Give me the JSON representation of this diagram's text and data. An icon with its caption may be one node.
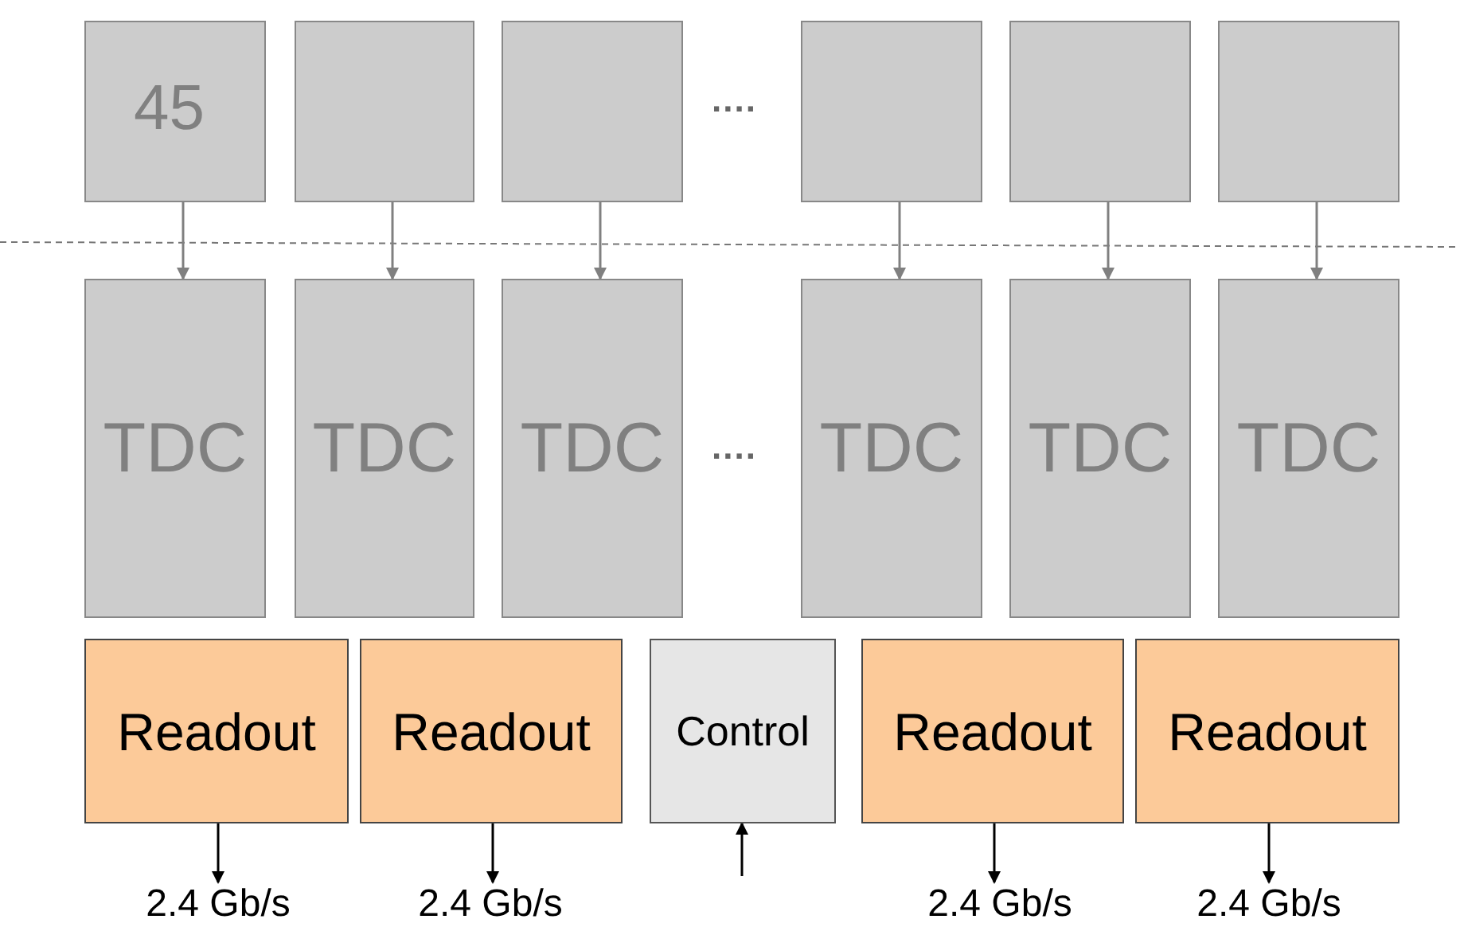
{
  "diagram": {
    "nodes": [
      {
        "text": [
          "45"
        ]
      },
      {
        "text": [],
        "shape": "box"
      },
      {
        "text": [],
        "shape": "box"
      },
      {
        "text": [],
        "shape": "box"
      },
      {
        "text": [],
        "shape": "box"
      },
      {
        "text": [],
        "shape": "box"
      },
      {
        "text": [
          "TDC"
        ]
      },
      {
        "text": [
          "TDC"
        ]
      },
      {
        "text": [
          "TDC"
        ]
      },
      {
        "text": [
          "TDC"
        ]
      },
      {
        "text": [
          "TDC"
        ]
      },
      {
        "text": [
          "TDC"
        ]
      },
      {
        "text": [
          "Readout"
        ]
      },
      {
        "text": [
          "Readout"
        ]
      },
      {
        "text": [
          "Control"
        ]
      },
      {
        "text": [
          "Readout"
        ]
      },
      {
        "text": [
          "Readout"
        ]
      },
      {
        "text": [
          "2.4 Gb/s"
        ]
      },
      {
        "text": [
          "2.4 Gb/s"
        ]
      },
      {
        "text": [
          "2.4 Gb/s"
        ]
      },
      {
        "text": [
          "2.4 Gb/s"
        ]
      }
    ],
    "edges": [
      {
        "from": 0,
        "to": 6,
        "arrow": "to"
      },
      {
        "from": 1,
        "to": 7,
        "arrow": "to"
      },
      {
        "from": 2,
        "to": 8,
        "arrow": "to"
      },
      {
        "from": 3,
        "to": 9,
        "arrow": "to"
      },
      {
        "from": 4,
        "to": 10,
        "arrow": "to"
      },
      {
        "from": 5,
        "to": 11,
        "arrow": "to"
      },
      {
        "from": 12,
        "to": 17,
        "arrow": "to",
        "color": "#000000"
      },
      {
        "from": 13,
        "to": 18,
        "arrow": "to",
        "color": "#000000"
      },
      {
        "from": null,
        "to": 14,
        "arrow": "to",
        "color": "#000000"
      },
      {
        "from": 15,
        "to": 19,
        "arrow": "to",
        "color": "#000000"
      },
      {
        "from": 16,
        "to": 20,
        "arrow": "to",
        "color": "#000000"
      }
    ],
    "labels": [
      "....",
      "...."
    ]
  }
}
